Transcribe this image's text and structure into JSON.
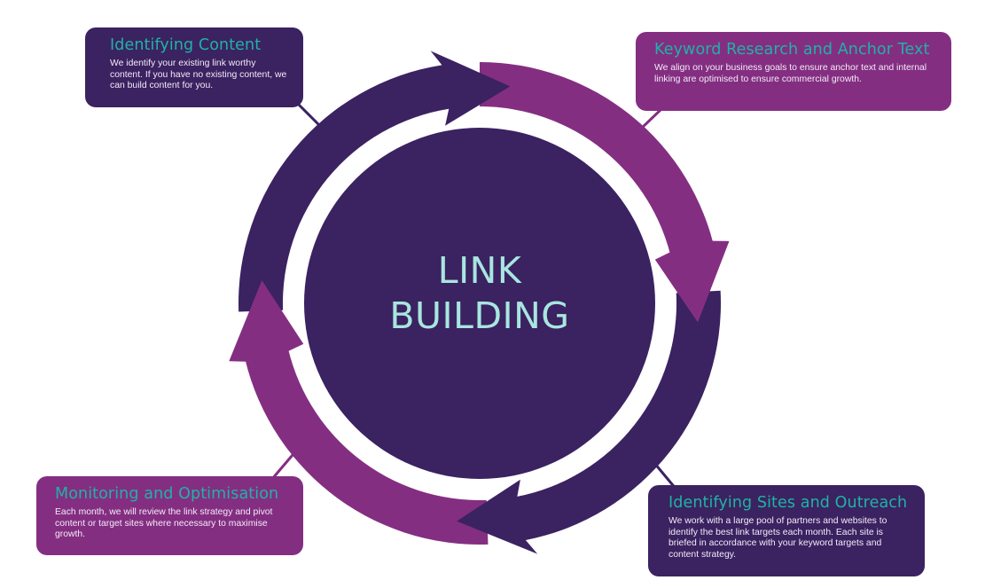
{
  "colors": {
    "dark_purple": "#3b2261",
    "magenta": "#842e82",
    "title_teal": "#1fb3a5",
    "center_text": "#a8e6df",
    "connector_dark": "#3b2261",
    "connector_magenta": "#842e82"
  },
  "center": {
    "line1": "LINK",
    "line2": "BUILDING"
  },
  "steps": [
    {
      "title": "Identifying Content",
      "description": "We identify your existing link worthy content. If you have no existing content, we can build content for you.",
      "color": "dark_purple"
    },
    {
      "title": "Keyword Research and Anchor Text",
      "description": "We align on your business goals to ensure anchor text and internal linking are optimised to ensure commercial growth.",
      "color": "magenta"
    },
    {
      "title": "Identifying Sites and Outreach",
      "description": "We work with a large pool of partners and websites to identify the best link targets each month. Each site is briefed in accordance with your keyword targets and content strategy.",
      "color": "dark_purple"
    },
    {
      "title": "Monitoring and Optimisation",
      "description": "Each month, we will review the link strategy and pivot content or target sites where necessary to maximise growth.",
      "color": "magenta"
    }
  ],
  "cycle_arrows": [
    {
      "from_step": "Monitoring and Optimisation",
      "to_step": "Identifying Content",
      "color": "dark_purple",
      "direction": "clockwise"
    },
    {
      "from_step": "Identifying Content",
      "to_step": "Keyword Research and Anchor Text",
      "color": "magenta",
      "direction": "clockwise"
    },
    {
      "from_step": "Keyword Research and Anchor Text",
      "to_step": "Identifying Sites and Outreach",
      "color": "dark_purple",
      "direction": "clockwise"
    },
    {
      "from_step": "Identifying Sites and Outreach",
      "to_step": "Monitoring and Optimisation",
      "color": "magenta",
      "direction": "clockwise"
    }
  ]
}
